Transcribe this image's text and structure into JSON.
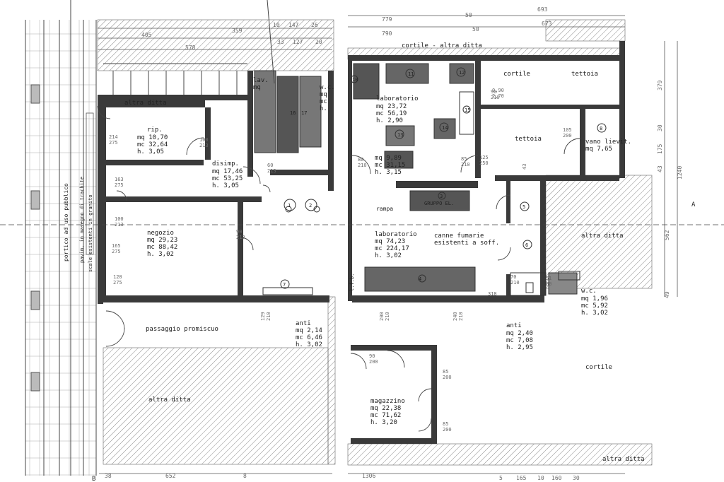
{
  "rooms": {
    "rip": {
      "name": "rip.",
      "mq": "mq  10,70",
      "mc": "mc  32,64",
      "h": "h.   3,05"
    },
    "disimp": {
      "name": "disimp.",
      "mq": "mq  17,46",
      "mc": "mc  53,25",
      "h": "h.   3,05"
    },
    "negozio": {
      "name": "negozio",
      "mq": "mq  29,23",
      "mc": "mc  88,42",
      "h": "h.   3,02"
    },
    "wc_left": {
      "name": "w.c.",
      "mq": "mq",
      "mc": "mc",
      "h": "h."
    },
    "lav": {
      "name": "lav.",
      "mq": "mq"
    },
    "lab_top": {
      "name": "laboratorio",
      "mq": "mq  23,72",
      "mc": "mc  56,19",
      "h": "h.   2,90"
    },
    "lab_mid": {
      "mq": "mq  9,89",
      "mc": "mc  31,15",
      "h": "h.  3,15"
    },
    "lab_main": {
      "name": "laboratorio",
      "mq": "mq  74,23",
      "mc": "mc  224,17",
      "h": "h.   3,02"
    },
    "anti_left": {
      "name": "anti",
      "mq": "mq    2,14",
      "mc": "mc    6,46",
      "h": "h.    3,02"
    },
    "anti_right": {
      "name": "anti",
      "mq": "mq    2,40",
      "mc": "mc    7,08",
      "h": "h.    2,95"
    },
    "wc_right": {
      "name": "w.c.",
      "mq": "mq   1,96",
      "mc": "mc   5,92",
      "h": "h.   3,02"
    },
    "magazzino": {
      "name": "magazzino",
      "mq": "mq  22,38",
      "mc": "mc  71,62",
      "h": "h.   3,20"
    },
    "vano": {
      "name": "vano lievit.",
      "mq": "mq  7,65"
    }
  },
  "labels": {
    "portico": "portico ad uso pubblico",
    "pavim": "pavim. in masegno di trachite",
    "scale": "scale esistenti in granito",
    "passaggio": "passaggio promiscuo",
    "altra_ditta_bl": "altra ditta",
    "altra_ditta_top": "altra ditta",
    "altra_ditta_right": "altra ditta",
    "altra_ditta_bottom": "altra ditta",
    "cortile_altra": "cortile - altra ditta",
    "cortile1": "cortile",
    "tettoia1": "tettoia",
    "tettoia2": "tettoia",
    "cortile_bottom": "cortile",
    "canne": "canne fumarie",
    "canne2": "esistenti a soff.",
    "rampa": "rampa",
    "gruppo": "GRUPPO EL.",
    "section_a": "A",
    "section_b": "B",
    "lfb": "l.f.b."
  },
  "dims": {
    "top": [
      "405",
      "359",
      "10",
      "147",
      "26",
      "578",
      "33",
      "127",
      "20"
    ],
    "top_right": [
      "779",
      "50",
      "693",
      "790",
      "50",
      "673"
    ],
    "right_v": [
      "379",
      "30",
      "175",
      "43",
      "1240",
      "562",
      "49"
    ],
    "bottom": [
      "38",
      "652",
      "8",
      "1306",
      "5",
      "165",
      "10",
      "160",
      "30"
    ],
    "doors": [
      "100",
      "213",
      "90",
      "213",
      "60",
      "213",
      "80",
      "210",
      "100",
      "213",
      "85",
      "210",
      "125",
      "250",
      "90",
      "210",
      "105",
      "200",
      "90",
      "200",
      "85",
      "200",
      "85",
      "200",
      "70",
      "210",
      "51",
      "80",
      "214",
      "275",
      "163",
      "275",
      "165",
      "275",
      "120",
      "275",
      "129",
      "210",
      "200",
      "210",
      "240",
      "210"
    ],
    "misc": [
      "318",
      "43",
      "0,90",
      "2,70"
    ]
  },
  "equipment": {
    "numbers": [
      "1",
      "2",
      "3",
      "4",
      "5",
      "6",
      "7",
      "8",
      "10",
      "11",
      "12",
      "13",
      "14",
      "15",
      "16",
      "17"
    ]
  }
}
